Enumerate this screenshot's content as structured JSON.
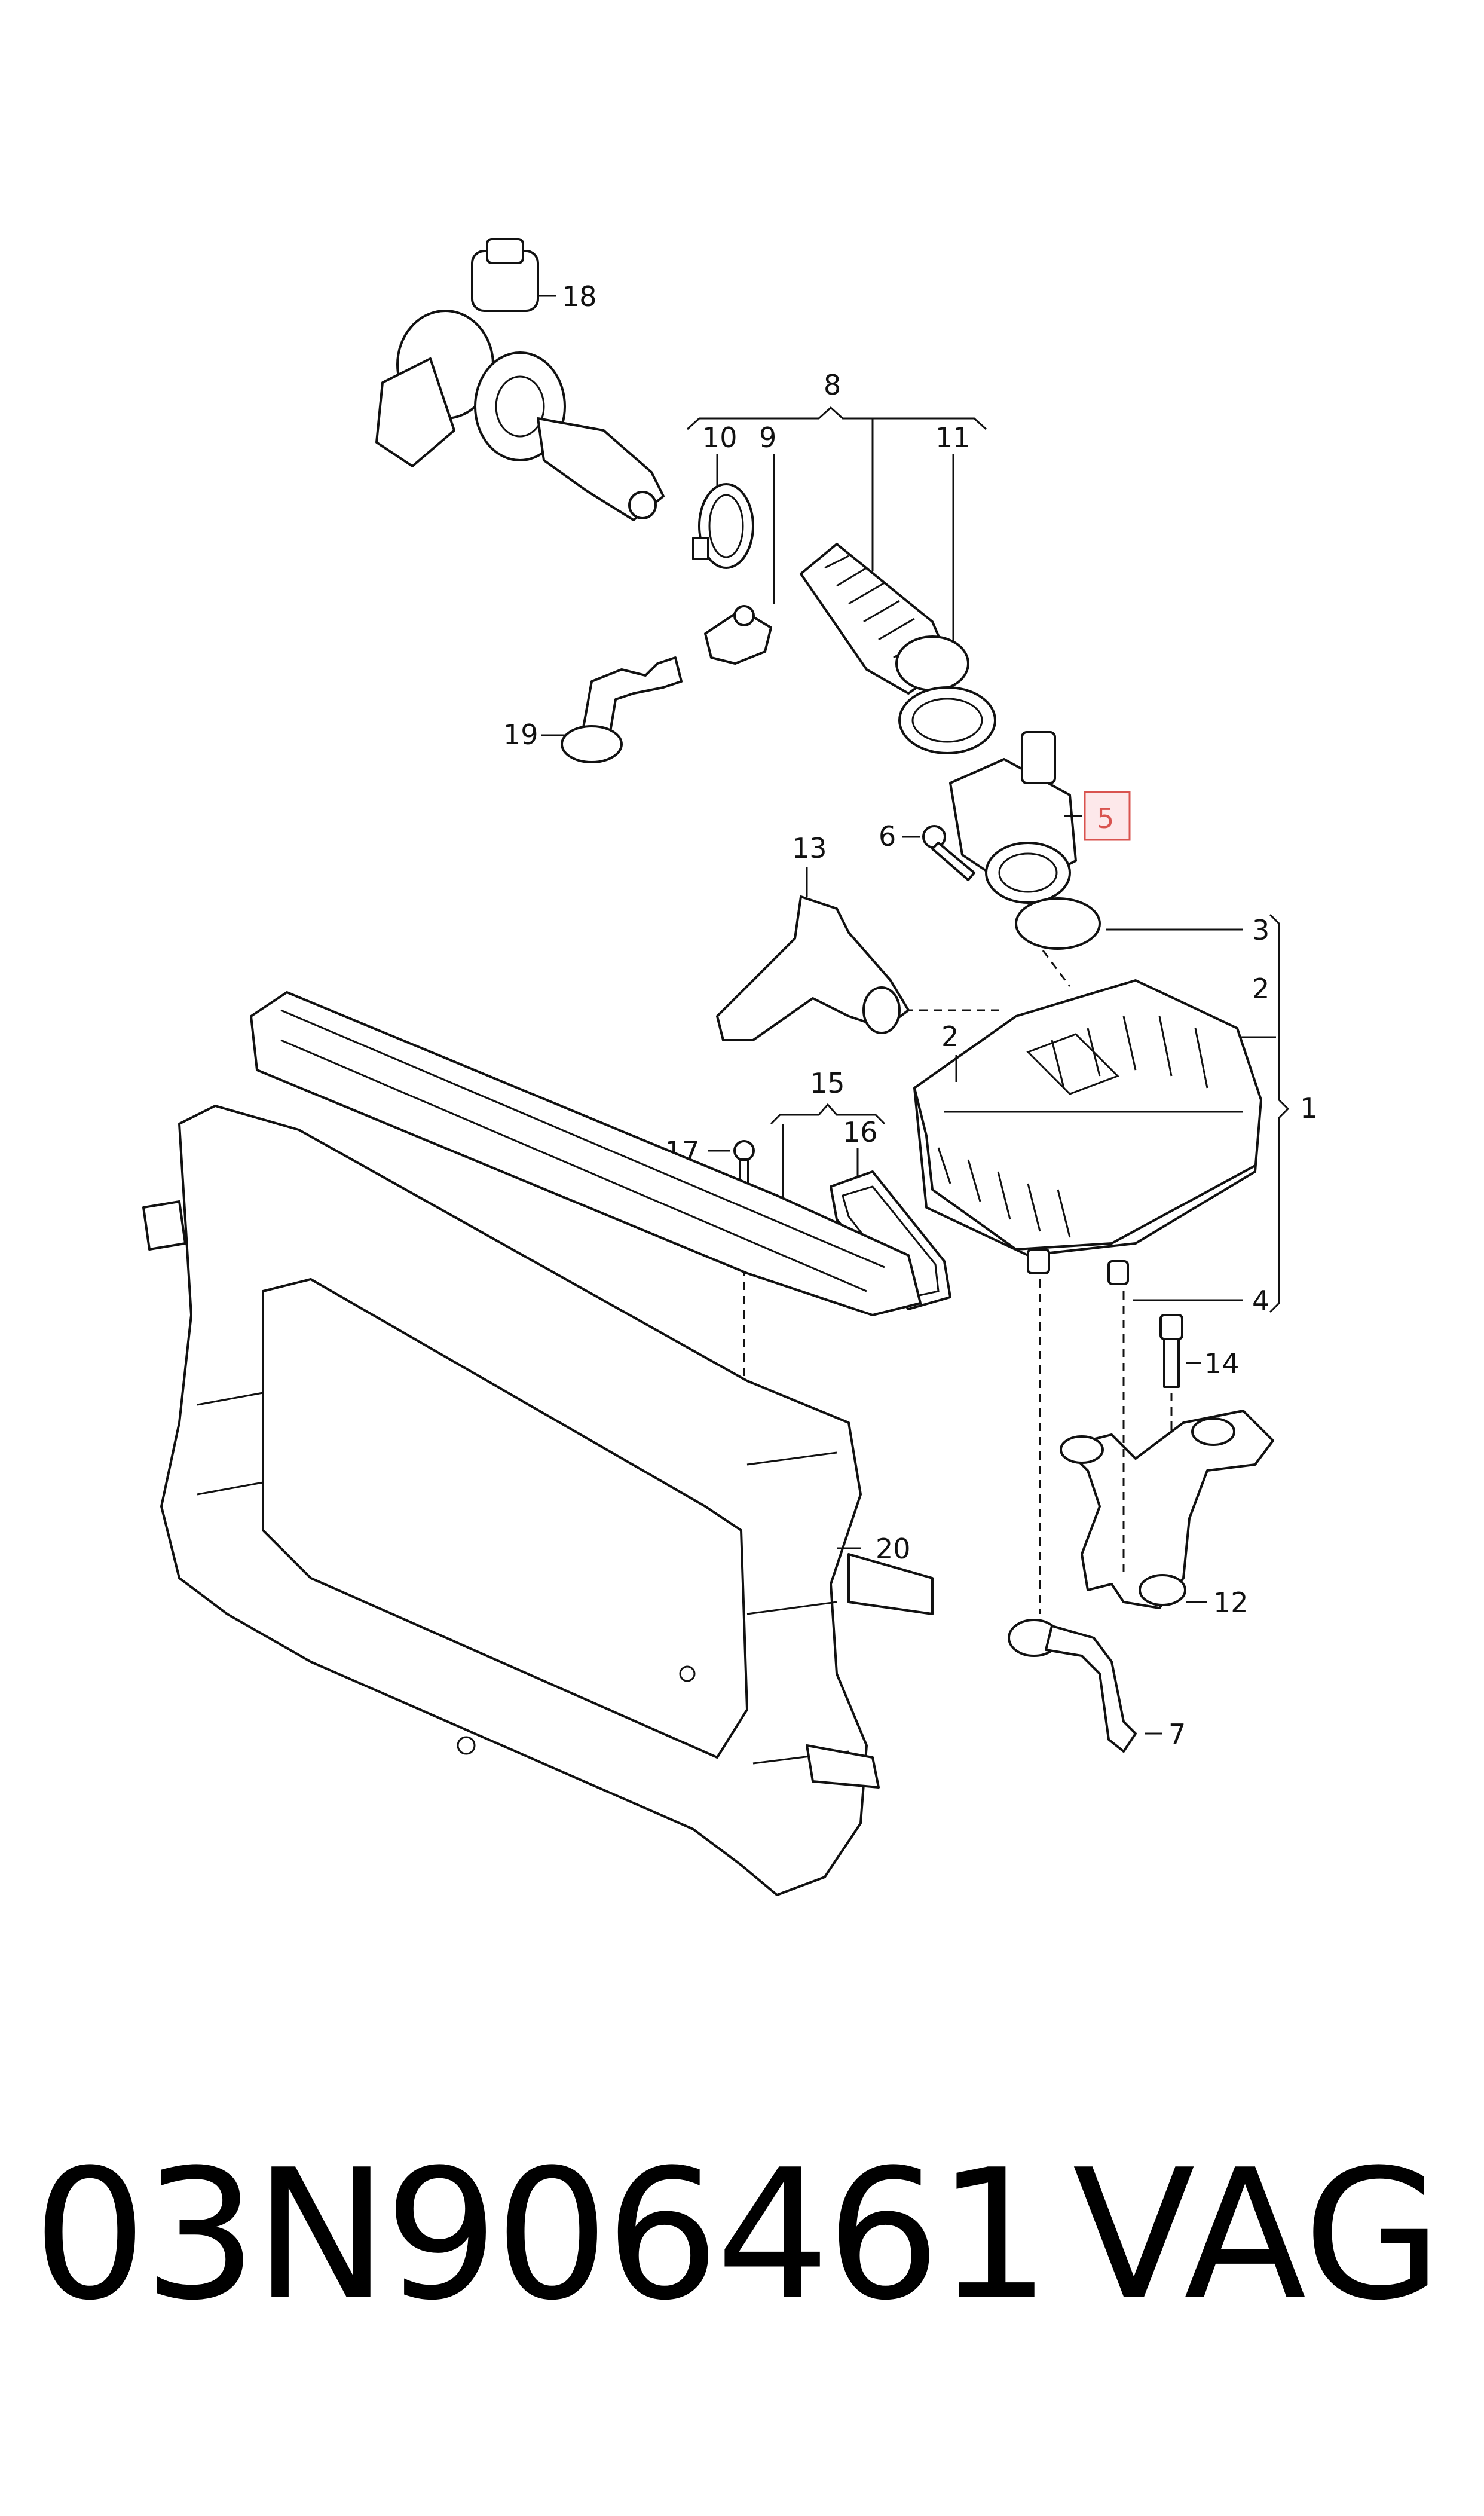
{
  "callouts": {
    "c1": "1",
    "c2a": "2",
    "c2b": "2",
    "c3": "3",
    "c4": "4",
    "c5": "5",
    "c6": "6",
    "c7": "7",
    "c8": "8",
    "c9": "9",
    "c10": "10",
    "c11": "11",
    "c12": "12",
    "c13": "13",
    "c14": "14",
    "c15": "15",
    "c16": "16",
    "c17": "17",
    "c18": "18",
    "c19": "19",
    "c20": "20"
  },
  "footer": {
    "part_number": "03N906461",
    "brand": "VAG"
  },
  "highlight_color": "#d9534f"
}
